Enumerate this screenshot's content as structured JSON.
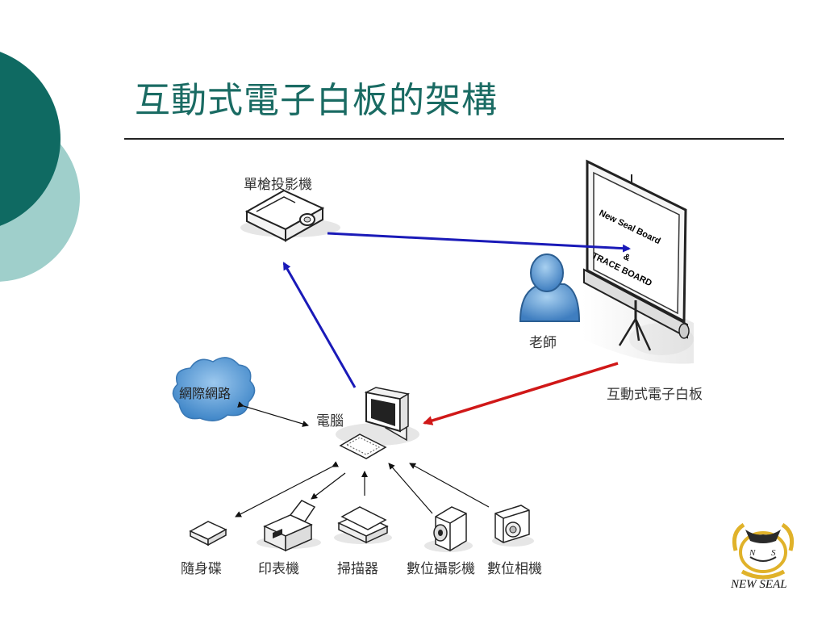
{
  "slide": {
    "title": "互動式電子白板的架構"
  },
  "diagram": {
    "projector_label": "單槍投影機",
    "teacher_label": "老師",
    "whiteboard_label": "互動式電子白板",
    "board_text_1": "New Seal Board",
    "board_text_2": "&",
    "board_text_3": "TRACE BOARD",
    "computer_label": "電腦",
    "internet_label": "網際網路",
    "usb_label": "隨身碟",
    "printer_label": "印表機",
    "scanner_label": "掃描器",
    "camcorder_label": "數位攝影機",
    "camera_label": "數位相機"
  },
  "logo": {
    "letters_left": "N",
    "letters_right": "S",
    "name": "NEW SEAL"
  },
  "colors": {
    "theme_dark": "#0f6a62",
    "theme_light": "#9fcfcb",
    "title": "#1a6b63",
    "arrow_blue": "#1a1ab8",
    "arrow_red": "#d01818",
    "logo_gold": "#e0b22a"
  }
}
